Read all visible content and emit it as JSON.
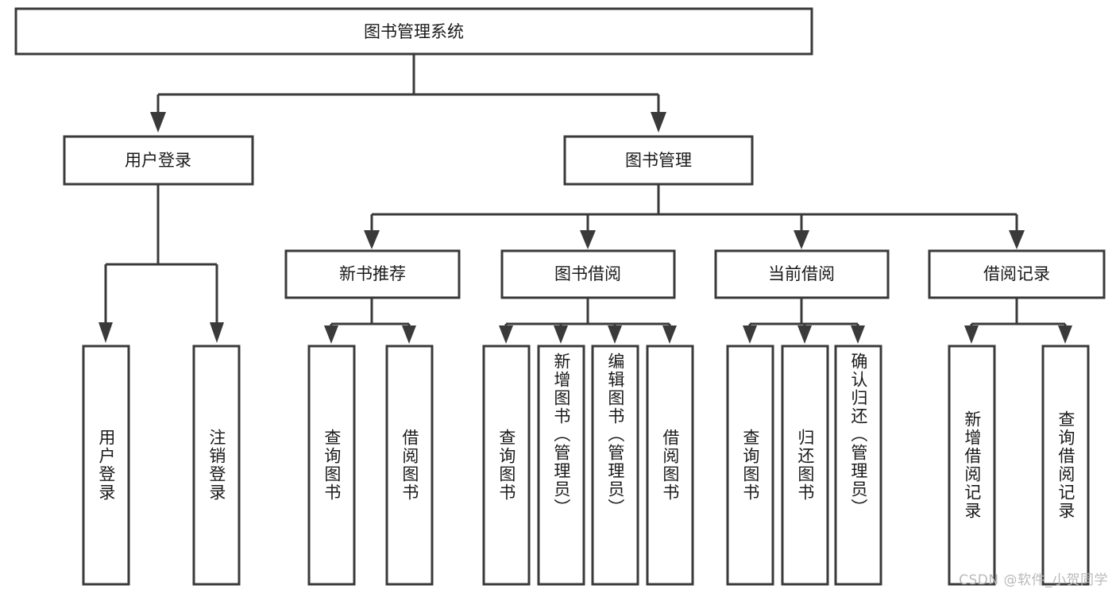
{
  "diagram": {
    "title": "图书管理系统",
    "type": "function-hierarchy-tree",
    "stroke_color": "#3a3a3a",
    "box_fill": "#ffffff",
    "text_color": "#1a1a1a",
    "root": {
      "label": "图书管理系统",
      "orientation": "horizontal"
    },
    "level1": [
      {
        "label": "用户登录",
        "orientation": "horizontal"
      },
      {
        "label": "图书管理",
        "orientation": "horizontal"
      }
    ],
    "level2": [
      {
        "label": "新书推荐",
        "orientation": "horizontal"
      },
      {
        "label": "图书借阅",
        "orientation": "horizontal"
      },
      {
        "label": "当前借阅",
        "orientation": "horizontal"
      },
      {
        "label": "借阅记录",
        "orientation": "horizontal"
      }
    ],
    "leaves": [
      {
        "label": "用户登录",
        "parent": "用户登录",
        "orientation": "vertical"
      },
      {
        "label": "注销登录",
        "parent": "用户登录",
        "orientation": "vertical"
      },
      {
        "label": "查询图书",
        "parent": "新书推荐",
        "orientation": "vertical"
      },
      {
        "label": "借阅图书",
        "parent": "新书推荐",
        "orientation": "vertical"
      },
      {
        "label": "查询图书",
        "parent": "图书借阅",
        "orientation": "vertical"
      },
      {
        "label": "新增图书（管理员）",
        "parent": "图书借阅",
        "orientation": "vertical"
      },
      {
        "label": "编辑图书（管理员）",
        "parent": "图书借阅",
        "orientation": "vertical"
      },
      {
        "label": "借阅图书",
        "parent": "图书借阅",
        "orientation": "vertical"
      },
      {
        "label": "查询图书",
        "parent": "当前借阅",
        "orientation": "vertical"
      },
      {
        "label": "归还图书",
        "parent": "当前借阅",
        "orientation": "vertical"
      },
      {
        "label": "确认归还（管理员）",
        "parent": "当前借阅",
        "orientation": "vertical"
      },
      {
        "label": "新增借阅记录",
        "parent": "借阅记录",
        "orientation": "vertical"
      },
      {
        "label": "查询借阅记录",
        "parent": "借阅记录",
        "orientation": "vertical"
      }
    ],
    "watermark": "CSDN @软件_小贺同学"
  }
}
